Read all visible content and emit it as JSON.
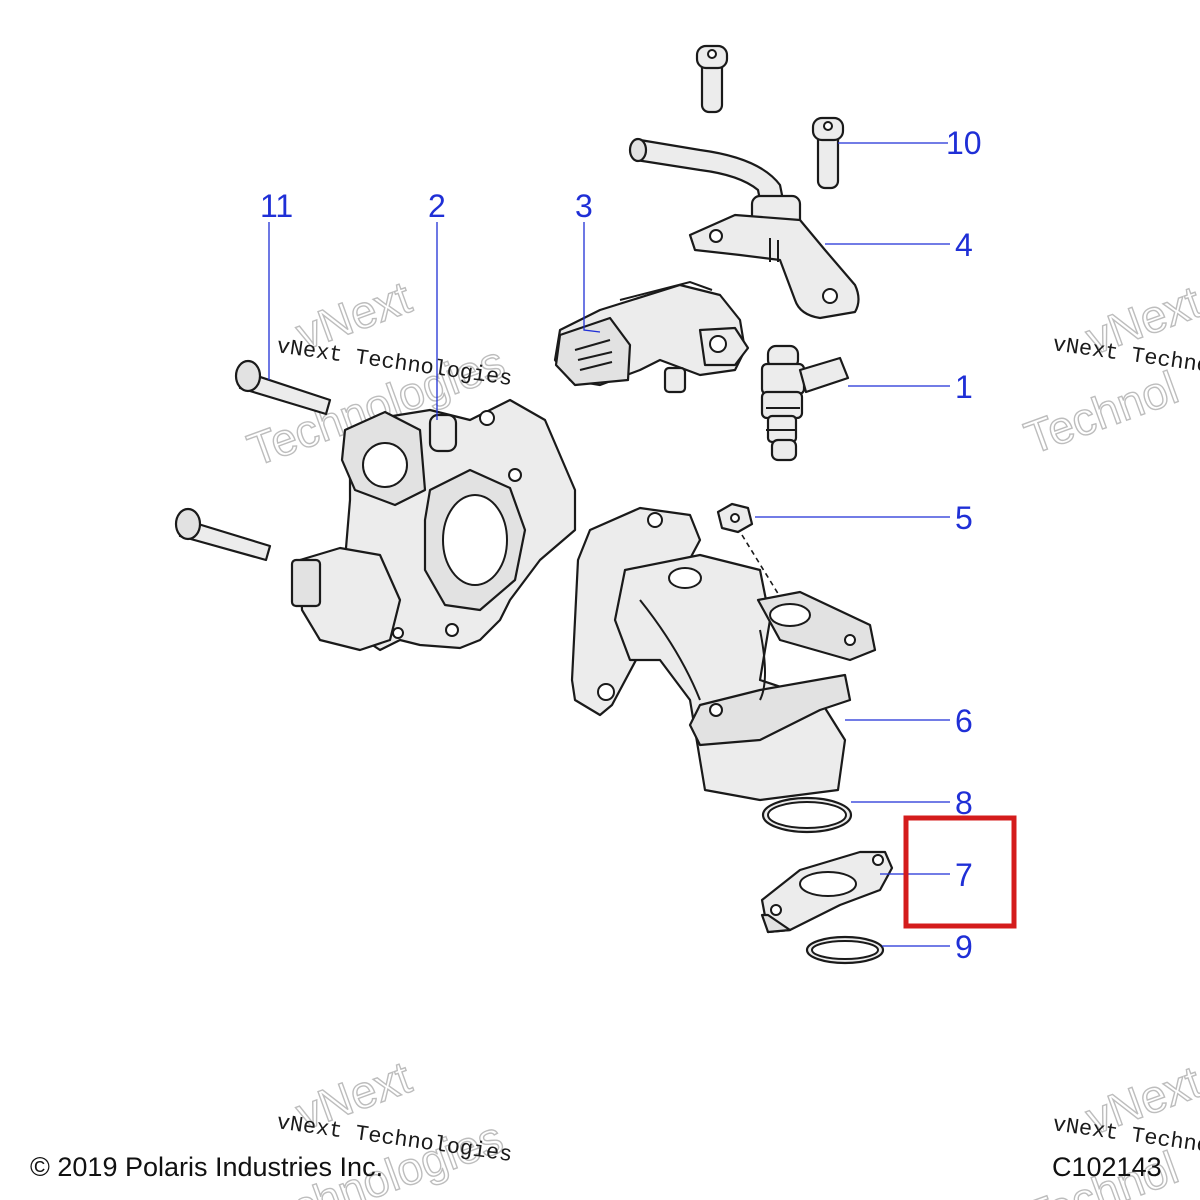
{
  "callouts": {
    "c1": "1",
    "c2": "2",
    "c3": "3",
    "c4": "4",
    "c5": "5",
    "c6": "6",
    "c7": "7",
    "c8": "8",
    "c9": "9",
    "c10": "10",
    "c11": "11"
  },
  "watermark": {
    "big_line1": "vNext",
    "big_line2": "Technologies",
    "small_line": "vNext Technologies",
    "small_cut": "vNext Techno",
    "big_cut1": "vNext",
    "big_cut2": "Technol"
  },
  "footer": {
    "copyright": "© 2019 Polaris Industries Inc.",
    "code": "C102143"
  },
  "highlight": {
    "target_callout": "7",
    "color": "#d41c1c"
  },
  "colors": {
    "callout": "#1f2fd6",
    "line_art": "#1a1a1a"
  }
}
